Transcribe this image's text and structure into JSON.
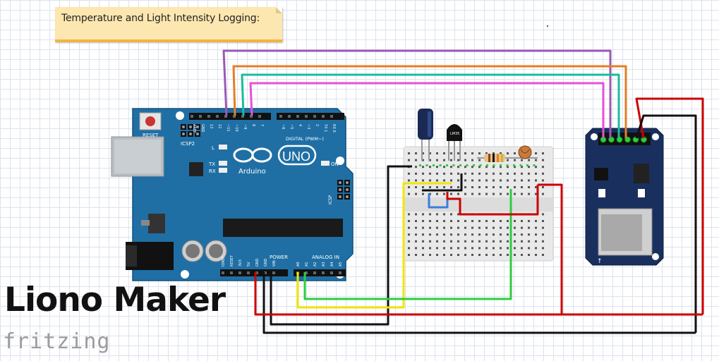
{
  "note": {
    "text": "Temperature and Light Intensity  Logging:"
  },
  "brand": {
    "title": "Liono Maker",
    "footer_logo": "fritzing"
  },
  "arduino": {
    "logo_text": "UNO",
    "brand_text": "Arduino",
    "reset_label": "RESET",
    "icsp2_label": "ICSP2",
    "icsp_label": "ICSP",
    "digital_label": "DIGITAL (PWM~)",
    "power_label": "POWER",
    "analog_label": "ANALOG IN",
    "on_label": "ON",
    "l_label": "L",
    "tx_label": "TX",
    "rx_label": "RX",
    "top_pins": [
      "AREF",
      "GND",
      "13",
      "12",
      "~11",
      "~10",
      "~9",
      "8",
      "7",
      "~6",
      "~5",
      "4",
      "~3",
      "2",
      "TX 1",
      "RX 0"
    ],
    "bottom_pins": [
      "IOREF",
      "RESET",
      "3V3",
      "5V",
      "GND",
      "GND",
      "VIN",
      "A0",
      "A1",
      "A2",
      "A3",
      "A4",
      "A5"
    ]
  },
  "sensor_label": "LM35",
  "colors": {
    "board": "#1f6fa5",
    "sd_module": "#19305e",
    "wire_purple": "#9b59b6",
    "wire_orange": "#e67e22",
    "wire_cyan": "#1abc9c",
    "wire_magenta": "#e94fd8",
    "wire_red": "#cc0000",
    "wire_black": "#111111",
    "wire_yellow": "#f1e600",
    "wire_green": "#2ecc40",
    "wire_blue": "#3b7ddd",
    "note_bg": "#fde7b0"
  }
}
